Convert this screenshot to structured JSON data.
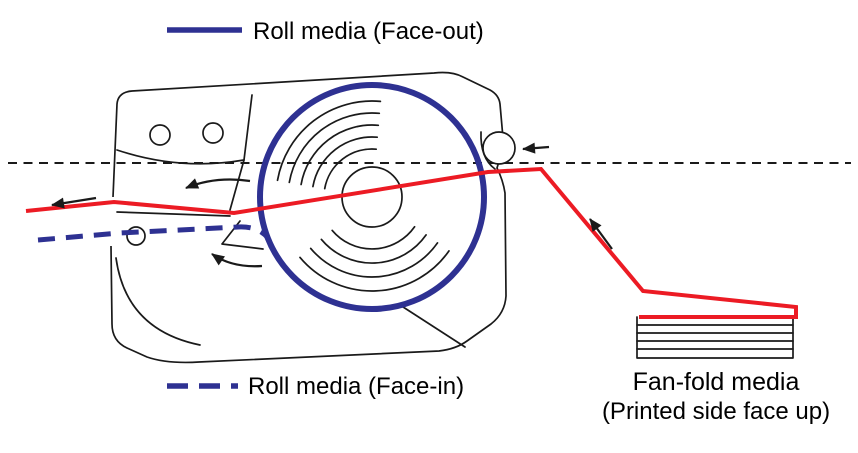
{
  "diagram": {
    "legend_face_out": "Roll media (Face-out)",
    "legend_face_in": "Roll media (Face-in)",
    "fanfold_label": "Fan-fold media",
    "fanfold_sublabel": "(Printed side face up)"
  },
  "colors": {
    "roll-blue": "#2e3192",
    "media-red": "#ec1b24",
    "line-black": "#1a1a1a",
    "bg": "#ffffff"
  }
}
